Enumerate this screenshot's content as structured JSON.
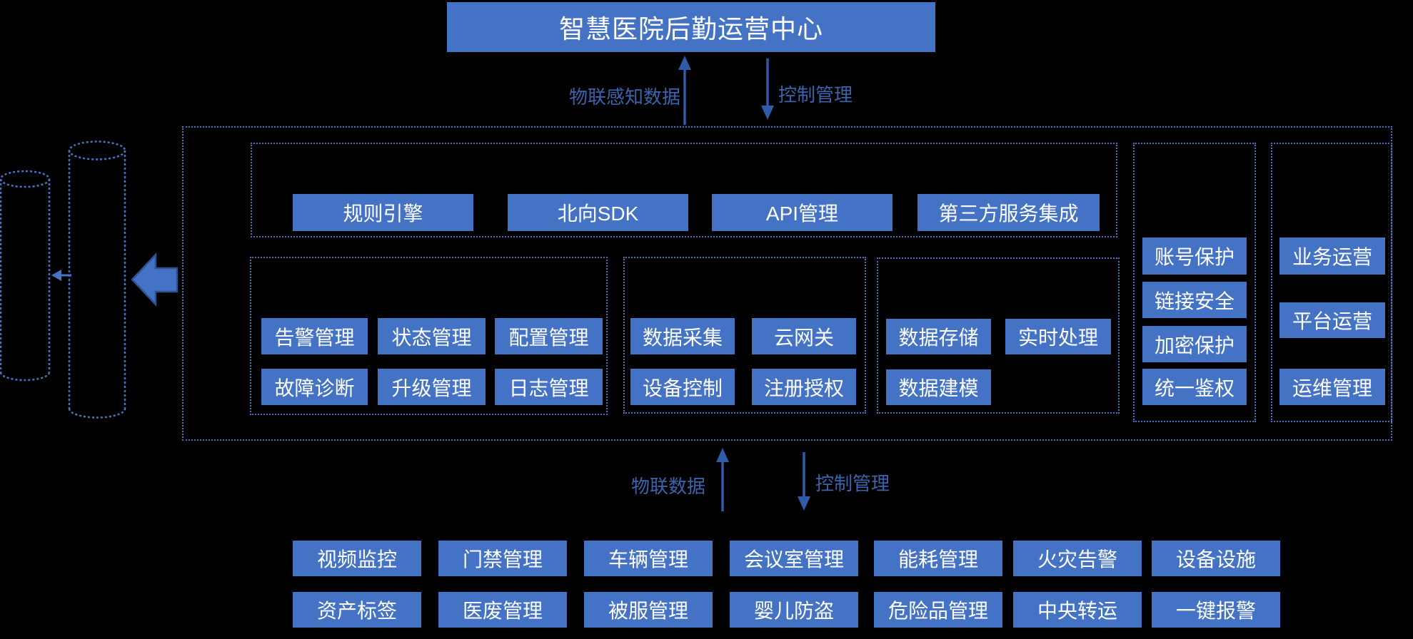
{
  "title": "智慧医院后勤运营中心",
  "flows": {
    "top_up": "物联感知数据",
    "top_down": "控制管理",
    "bottom_up": "物联数据",
    "bottom_down": "控制管理"
  },
  "modules": {
    "north": [
      "规则引擎",
      "北向SDK",
      "API管理",
      "第三方服务集成"
    ],
    "device": [
      "告警管理",
      "状态管理",
      "配置管理",
      "故障诊断",
      "升级管理",
      "日志管理"
    ],
    "connect": [
      "数据采集",
      "云网关",
      "设备控制",
      "注册授权"
    ],
    "data": [
      "数据存储",
      "实时处理",
      "数据建模"
    ],
    "security": [
      "账号保护",
      "链接安全",
      "加密保护",
      "统一鉴权"
    ],
    "operations": [
      "业务运营",
      "平台运营",
      "运维管理"
    ]
  },
  "terminals": {
    "row1": [
      "视频监控",
      "门禁管理",
      "车辆管理",
      "会议室管理",
      "能耗管理",
      "火灾告警",
      "设备设施"
    ],
    "row2": [
      "资产标签",
      "医废管理",
      "被服管理",
      "婴儿防盗",
      "危险品管理",
      "中央转运",
      "一键报警"
    ]
  },
  "icons": {
    "left_database_cylinder": "database-cylinder",
    "right_database_cylinder": "database-cylinder",
    "small_left_arrow": "left-arrow",
    "big_left_arrow": "big-left-block-arrow"
  },
  "colors": {
    "node_fill": "#4472C4",
    "node_text": "#ffffff",
    "dashed_border": "#4A72C4",
    "thin_arrow": "#2F5BA8",
    "flow_label": "#3C64AE",
    "big_arrow_border": "#2F528F",
    "background": "#000000"
  }
}
